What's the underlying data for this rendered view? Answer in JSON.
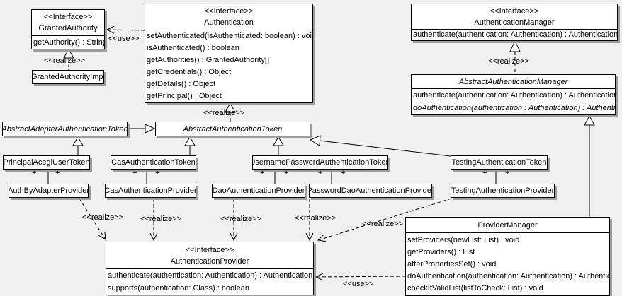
{
  "palette": {
    "background": "#f0f0f0",
    "box_fill": "#ffffff",
    "line": "#000000",
    "shadow": "#9c9c9c"
  },
  "plus": "+",
  "edge_labels": {
    "use": "<<use>>",
    "realize": "<<realize>>"
  },
  "classes": {
    "granted_authority": {
      "stereotype": "<<Interface>>",
      "name": "GrantedAuthority",
      "methods": [
        "getAuthority() : String"
      ]
    },
    "granted_authority_impl": {
      "name": "GrantedAuthorityImpl"
    },
    "authentication": {
      "stereotype": "<<Interface>>",
      "name": "Authentication",
      "methods": [
        "setAuthenticated(isAuthenticated: boolean) : void",
        "isAuthenticated() : boolean",
        "getAuthorities() : GrantedAuthority[]",
        "getCredentials() : Object",
        "getDetails() : Object",
        "getPrincipal() : Object"
      ]
    },
    "authentication_manager": {
      "stereotype": "<<Interface>>",
      "name": "AuthenticationManager",
      "methods": [
        "authenticate(authentication: Authentication) : Authentication"
      ]
    },
    "abstract_authentication_manager": {
      "name": "AbstractAuthenticationManager",
      "methods": [
        "authenticate(authentication: Authentication) : Authentication",
        "doAuthentication(authentication : Authentication) : Authentication"
      ]
    },
    "abstract_adapter_authentication_token": {
      "name": "AbstractAdapterAuthenticationToken"
    },
    "abstract_authentication_token": {
      "name": "AbstractAuthenticationToken"
    },
    "principal_acegi_user_token": {
      "name": "PrincipalAcegiUserToken"
    },
    "cas_authentication_token": {
      "name": "CasAuthenticationToken"
    },
    "username_password_authentication_token": {
      "name": "UsernamePasswordAuthenticationToken"
    },
    "testing_authentication_token": {
      "name": "TestingAuthenticationToken"
    },
    "auth_by_adapter_provider": {
      "name": "AuthByAdapterProvider"
    },
    "cas_authentication_provider": {
      "name": "CasAuthenticationProvider"
    },
    "dao_authentication_provider": {
      "name": "DaoAuthenticationProvider"
    },
    "password_dao_authentication_provider": {
      "name": "PasswordDaoAuthenticationProvider"
    },
    "testing_authentication_provider": {
      "name": "TestingAuthenticationProvider"
    },
    "authentication_provider": {
      "stereotype": "<<Interface>>",
      "name": "AuthenticationProvider",
      "methods": [
        "authenticate(authentication: Authentication) : Authentication",
        "supports(authentication: Class) : boolean"
      ]
    },
    "provider_manager": {
      "name": "ProviderManager",
      "methods": [
        "setProviders(newList: List) : void",
        "getProviders() : List",
        "afterPropertiesSet() : void",
        "doAuthentication(authentication: Authentication) : Authentication",
        "checkIfValidList(listToCheck: List) : void"
      ]
    }
  }
}
